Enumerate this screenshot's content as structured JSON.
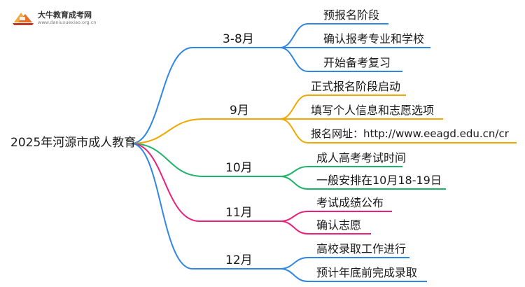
{
  "watermark": {
    "name": "大牛教育成考网",
    "url": "www.daniuxuexiao.org.cn"
  },
  "root": "2025年河源市成人教育",
  "branches": [
    {
      "label": "3-8月",
      "color": "#2f86e3",
      "items": [
        "预报名阶段",
        "确认报考专业和学校",
        "开始备考复习"
      ]
    },
    {
      "label": "9月",
      "color": "#f0a800",
      "items": [
        "正式报名阶段启动",
        "填写个人信息和志愿选项",
        "报名网址：http://www.eeagd.edu.cn/cr"
      ]
    },
    {
      "label": "10月",
      "color": "#1fb36a",
      "items": [
        "成人高考考试时间",
        "一般安排在10月18-19日"
      ]
    },
    {
      "label": "11月",
      "color": "#e8227a",
      "items": [
        "考试成绩公布",
        "确认志愿"
      ]
    },
    {
      "label": "12月",
      "color": "#2f86e3",
      "items": [
        "高校录取工作进行",
        "预计年底前完成录取"
      ]
    }
  ]
}
